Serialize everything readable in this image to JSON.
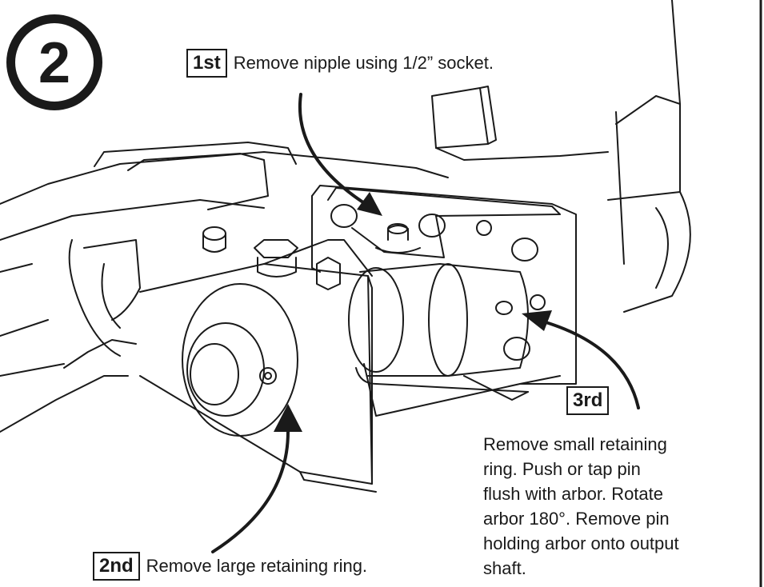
{
  "step_number": "2",
  "callouts": [
    {
      "tag": "1st",
      "text": "Remove nipple using 1/2” socket."
    },
    {
      "tag": "2nd",
      "text": "Remove large retaining ring."
    },
    {
      "tag": "3rd",
      "text": "Remove small retaining\nring.  Push or tap pin\nflush with arbor.  Rotate\narbor 180°. Remove pin\nholding arbor onto output\nshaft."
    }
  ],
  "colors": {
    "line": "#1a1a1a",
    "background": "#ffffff"
  }
}
